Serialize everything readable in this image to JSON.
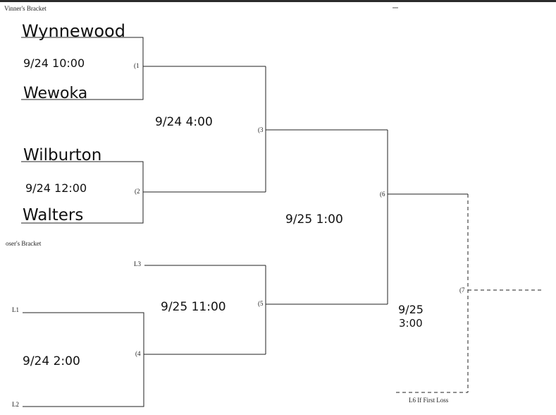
{
  "headings": {
    "winners": "Vinner's Bracket",
    "losers": "oser's Bracket"
  },
  "games": {
    "g1": "(1",
    "g2": "(2",
    "g3": "(3",
    "g4": "(4",
    "g5": "(5",
    "g6": "(6",
    "g7": "(7"
  },
  "slots": {
    "l1": "L1",
    "l2": "L2",
    "l3": "L3"
  },
  "teams": {
    "t1": "Wynnewood",
    "t2": "Wewoka",
    "t3": "Wilburton",
    "t4": "Walters"
  },
  "times": {
    "g1": "9/24 10:00",
    "g2": "9/24 12:00",
    "g3": "9/24 4:00",
    "g4": "9/24 2:00",
    "g5": "9/25 11:00",
    "g6": "9/25 1:00",
    "g7_date": "9/25",
    "g7_time": "3:00"
  },
  "footer_note": "L6 If First Loss",
  "colors": {
    "line": "#222222",
    "ink": "#111111"
  }
}
